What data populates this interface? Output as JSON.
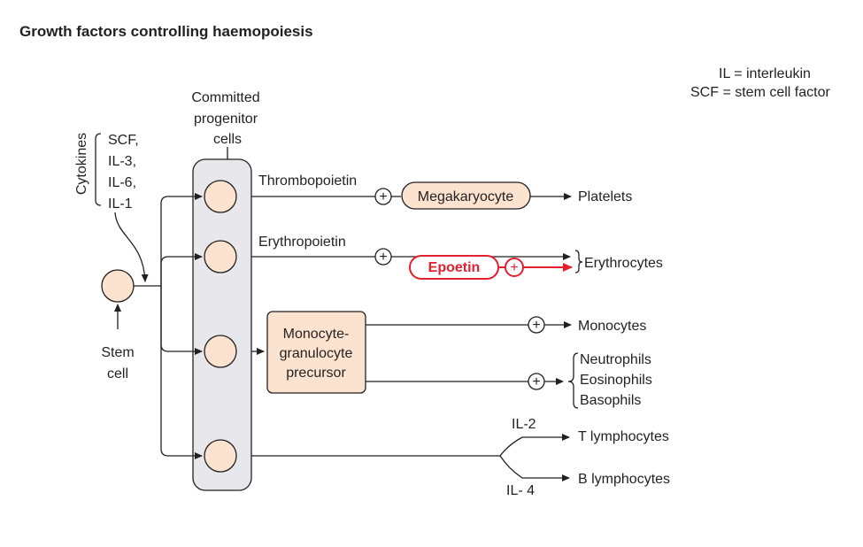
{
  "title": "Growth factors controlling haemopoiesis",
  "legend": {
    "line1": "IL = interleukin",
    "line2": "SCF = stem cell factor"
  },
  "committed": {
    "line1": "Committed",
    "line2": "progenitor",
    "line3": "cells"
  },
  "cytokines": {
    "label": "Cytokines",
    "items": [
      "SCF,",
      "IL-3,",
      "IL-6,",
      "IL-1"
    ]
  },
  "stem": {
    "line1": "Stem",
    "line2": "cell"
  },
  "factors": {
    "thrombopoietin": "Thrombopoietin",
    "erythropoietin": "Erythropoietin",
    "il2": "IL-2",
    "il4": "IL- 4"
  },
  "boxes": {
    "megakaryocyte": "Megakaryocyte",
    "epoetin": "Epoetin",
    "mono_line1": "Monocyte-",
    "mono_line2": "granulocyte",
    "mono_line3": "precursor"
  },
  "outputs": {
    "platelets": "Platelets",
    "erythrocytes": "Erythrocytes",
    "monocytes": "Monocytes",
    "neutrophils": "Neutrophils",
    "eosinophils": "Eosinophils",
    "basophils": "Basophils",
    "t_lymphocytes": "T lymphocytes",
    "b_lymphocytes": "B lymphocytes"
  },
  "plus_symbol": "+",
  "colors": {
    "cell_fill": "#fbe3cf",
    "column_fill": "#e8e8ec",
    "epoetin_red": "#e4202e",
    "ink": "#231f20"
  }
}
